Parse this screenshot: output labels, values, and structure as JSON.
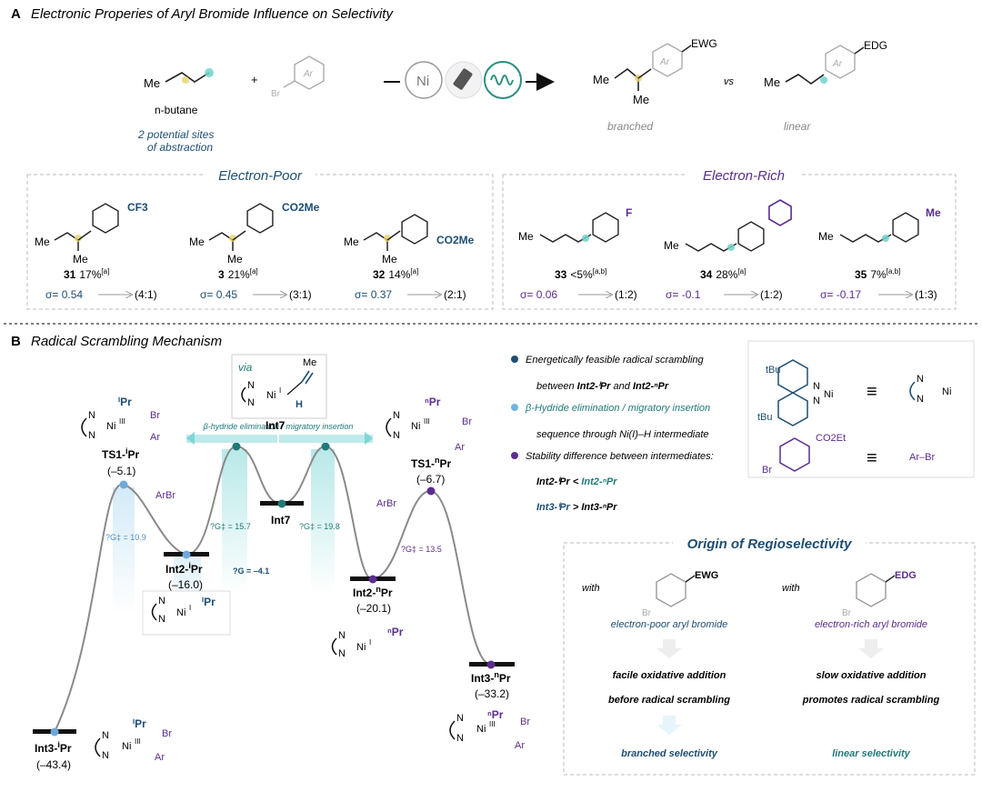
{
  "panelA": {
    "letter": "A",
    "title": "Electronic Properies of Aryl Bromide Influence on Selectivity",
    "reaction": {
      "butane_me": "Me",
      "plus": "+",
      "br": "Br",
      "ar": "Ar",
      "ni": "Ni",
      "n_butane": "n-butane",
      "sites_line1": "2 potential sites",
      "sites_line2": "of abstraction",
      "prod_b_me1": "Me",
      "prod_b_me2": "Me",
      "prod_b_ar": "Ar",
      "prod_b_sub": "EWG",
      "vs": "vs",
      "prod_l_me": "Me",
      "prod_l_ar": "Ar",
      "prod_l_sub": "EDG",
      "branched": "branched",
      "linear": "linear"
    },
    "poor": {
      "heading": "Electron-Poor",
      "items": [
        {
          "sub": "CF3",
          "num": "31",
          "yield": "17%",
          "note": "[a]",
          "sigma": "σ= 0.54",
          "ratio": "(4:1)",
          "me1": "Me",
          "me2": "Me"
        },
        {
          "sub": "CO2Me",
          "num": "3",
          "yield": "21%",
          "note": "[a]",
          "sigma": "σ= 0.45",
          "ratio": "(3:1)",
          "me1": "Me",
          "me2": "Me"
        },
        {
          "sub": "CO2Me",
          "num": "32",
          "yield": "14%",
          "note": "[a]",
          "sigma": "σ= 0.37",
          "ratio": "(2:1)",
          "me1": "Me",
          "me2": "Me"
        }
      ]
    },
    "rich": {
      "heading": "Electron-Rich",
      "items": [
        {
          "sub": "F",
          "num": "33",
          "yield": "<5%",
          "note": "[a,b]",
          "sigma": "σ= 0.06",
          "ratio": "(1:2)",
          "me": "Me"
        },
        {
          "sub": "",
          "num": "34",
          "yield": "28%",
          "note": "[a]",
          "sigma": "σ= -0.1",
          "ratio": "(1:2)",
          "me": "Me"
        },
        {
          "sub": "Me",
          "num": "35",
          "yield": "7%",
          "note": "[a,b]",
          "sigma": "σ= -0.17",
          "ratio": "(1:3)",
          "me": "Me"
        }
      ]
    }
  },
  "panelB": {
    "letter": "B",
    "title": "Radical Scrambling Mechanism",
    "int7_box": {
      "via": "via",
      "label": "Int7"
    },
    "band_text": "β-hydride elimination / migratory insertion",
    "states": {
      "ts1_ipr": {
        "name": "TS1-",
        "sup": "i",
        "tail": "Pr",
        "energy": "(–5.1)"
      },
      "int2_ipr": {
        "name": "Int2-",
        "sup": "i",
        "tail": "Pr",
        "energy": "(–16.0)"
      },
      "int7": {
        "name": "Int7"
      },
      "int2_npr": {
        "name": "Int2-",
        "sup": "n",
        "tail": "Pr",
        "energy": "(–20.1)"
      },
      "ts1_npr": {
        "name": "TS1-",
        "sup": "n",
        "tail": "Pr",
        "energy": "(–6.7)"
      },
      "int3_ipr": {
        "name": "Int3-",
        "sup": "i",
        "tail": "Pr",
        "energy": "(–43.4)"
      },
      "int3_npr": {
        "name": "Int3-",
        "sup": "n",
        "tail": "Pr",
        "energy": "(–33.2)"
      }
    },
    "barriers": {
      "b1": "?G‡ = 10.9",
      "b2": "?G‡ = 15.7",
      "b3": "?G = –4.1",
      "b4": "?G‡ = 19.8",
      "b5": "?G‡ = 13.5"
    },
    "arbr": "ArBr",
    "bullets": [
      {
        "line1": "Energetically feasible radical scrambling",
        "line2_pre": "between ",
        "line2_a": "Int2-ⁱPr",
        "line2_mid": " and ",
        "line2_b": "Int2-ⁿPr",
        "color": "#1d4e74"
      },
      {
        "line1": "β-Hydride elimination / migratory insertion",
        "line2": "sequence through Ni(I)–H intermediate",
        "color": "#6fb4e0"
      },
      {
        "line1": "Stability difference between intermediates:",
        "color": "#5b2d8e"
      }
    ],
    "stab1": {
      "a": "Int2-ⁱPr",
      "op": " < ",
      "b": "Int2-ⁿPr"
    },
    "stab2": {
      "a": "Int3-ⁱPr",
      "op": " > ",
      "b": "Int3-ⁿPr"
    },
    "ligand": {
      "tbu1": "tBu",
      "tbu2": "tBu",
      "ni": "Ni",
      "n": "N",
      "co2et": "CO2Et",
      "br": "Br",
      "arbr": "Ar–Br",
      "equiv": "≡"
    },
    "origin": {
      "title": "Origin of Regioselectivity",
      "left": {
        "with": "with",
        "sub": "EWG",
        "br": "Br",
        "desc": "electron-poor aryl bromide",
        "l1": "facile oxidative addition",
        "l2": "before radical scrambling",
        "result": "branched selectivity"
      },
      "right": {
        "with": "with",
        "sub": "EDG",
        "br": "Br",
        "desc": "electron-rich aryl bromide",
        "l1": "slow oxidative addition",
        "l2": "promotes radical scrambling",
        "result": "linear selectivity"
      }
    }
  },
  "colors": {
    "navy": "#1d4e74",
    "lightblue": "#6fb4e0",
    "purple": "#5b2d8e",
    "teal": "#1f7a78",
    "cyan": "#7fd6d6",
    "gray": "#8a8a8a"
  }
}
